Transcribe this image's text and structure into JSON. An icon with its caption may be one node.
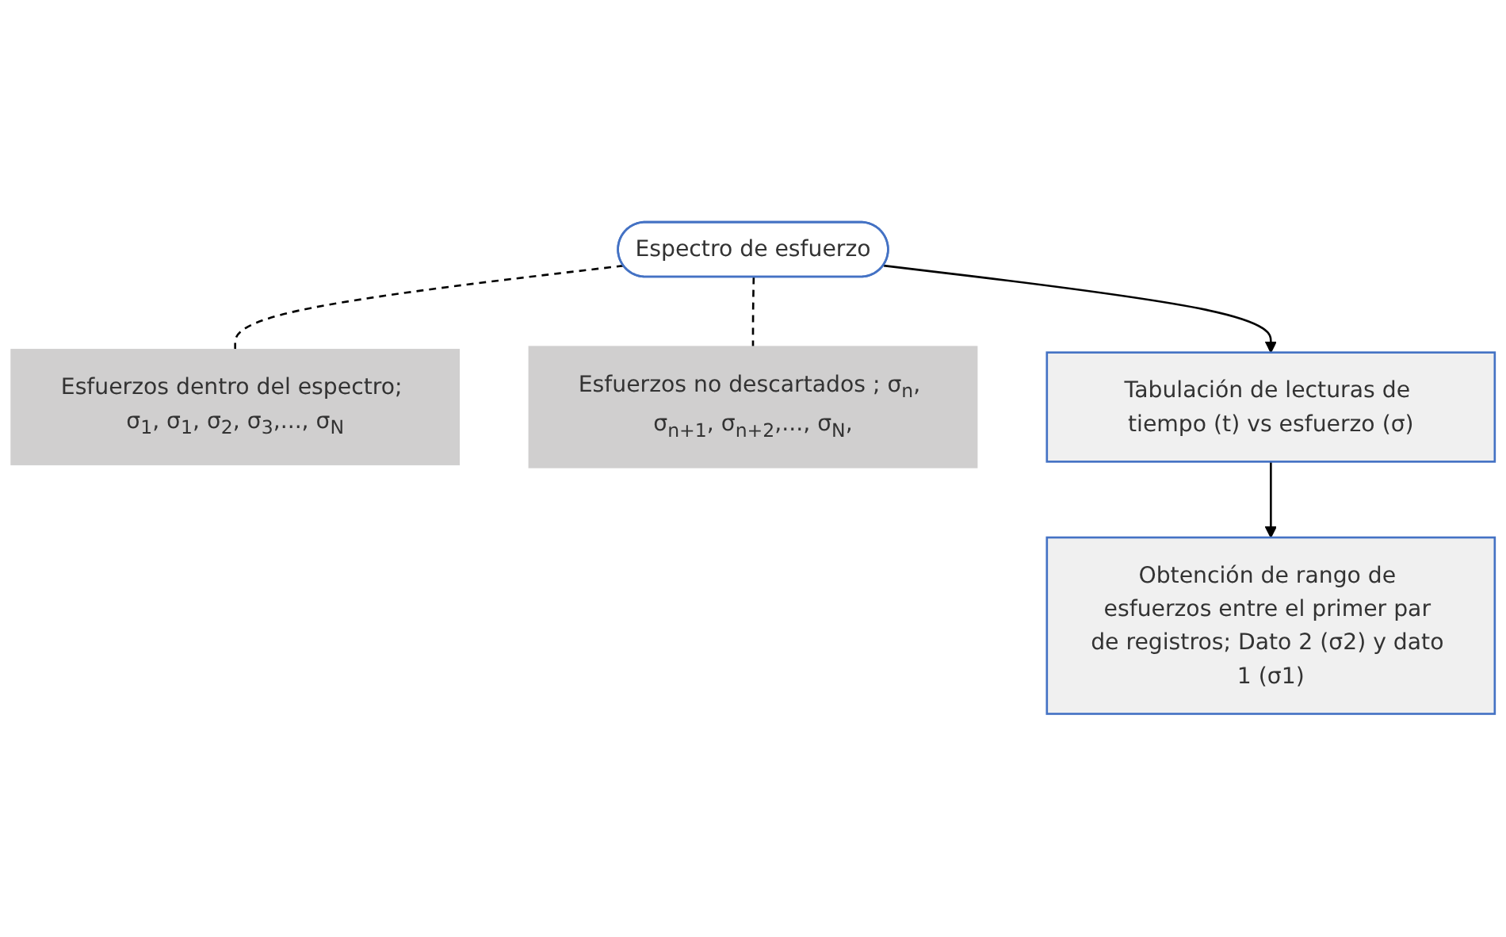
{
  "diagram": {
    "nodes": [
      {
        "text": [
          "Espectro de esfuerzo"
        ]
      },
      {
        "text": [
          "Esfuerzos dentro del espectro; σ$_{1}$, σ$_{1}$, σ$_{2}$, σ$_{3}$,..., σ$_{N}$"
        ]
      },
      {
        "text": [
          "Esfuerzos no descartados ; σ$_{n}$, σ$_{n+1}$, σ$_{n+2}$,..., σ$_{N}$,"
        ]
      },
      {
        "text": [
          "Tabulación de lecturas de tiempo (t) vs esfuerzo (σ)"
        ]
      },
      {
        "text": [
          "Obtención de rango de esfuerzos entre el primer par de registros; Dato 2 (σ2) y dato 1 (σ1)"
        ]
      }
    ],
    "edges": [
      {
        "from": 0,
        "to": 1,
        "arrow": "none",
        "style": "dashed"
      },
      {
        "from": 0,
        "to": 2,
        "arrow": "none",
        "style": "dashed"
      },
      {
        "from": 0,
        "to": 3,
        "arrow": "to"
      },
      {
        "from": 3,
        "to": 4,
        "arrow": "to"
      }
    ]
  }
}
